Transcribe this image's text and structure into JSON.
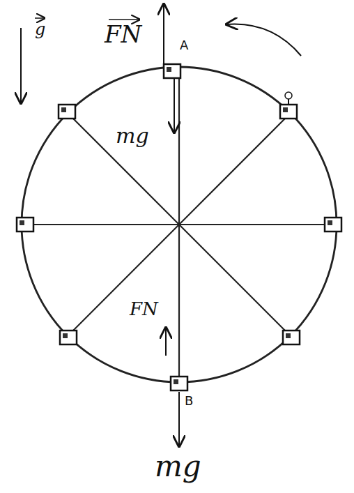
{
  "diagram": {
    "labels": [
      "FN",
      "A",
      "mg",
      "FN",
      "B",
      "mg",
      "g"
    ]
  }
}
